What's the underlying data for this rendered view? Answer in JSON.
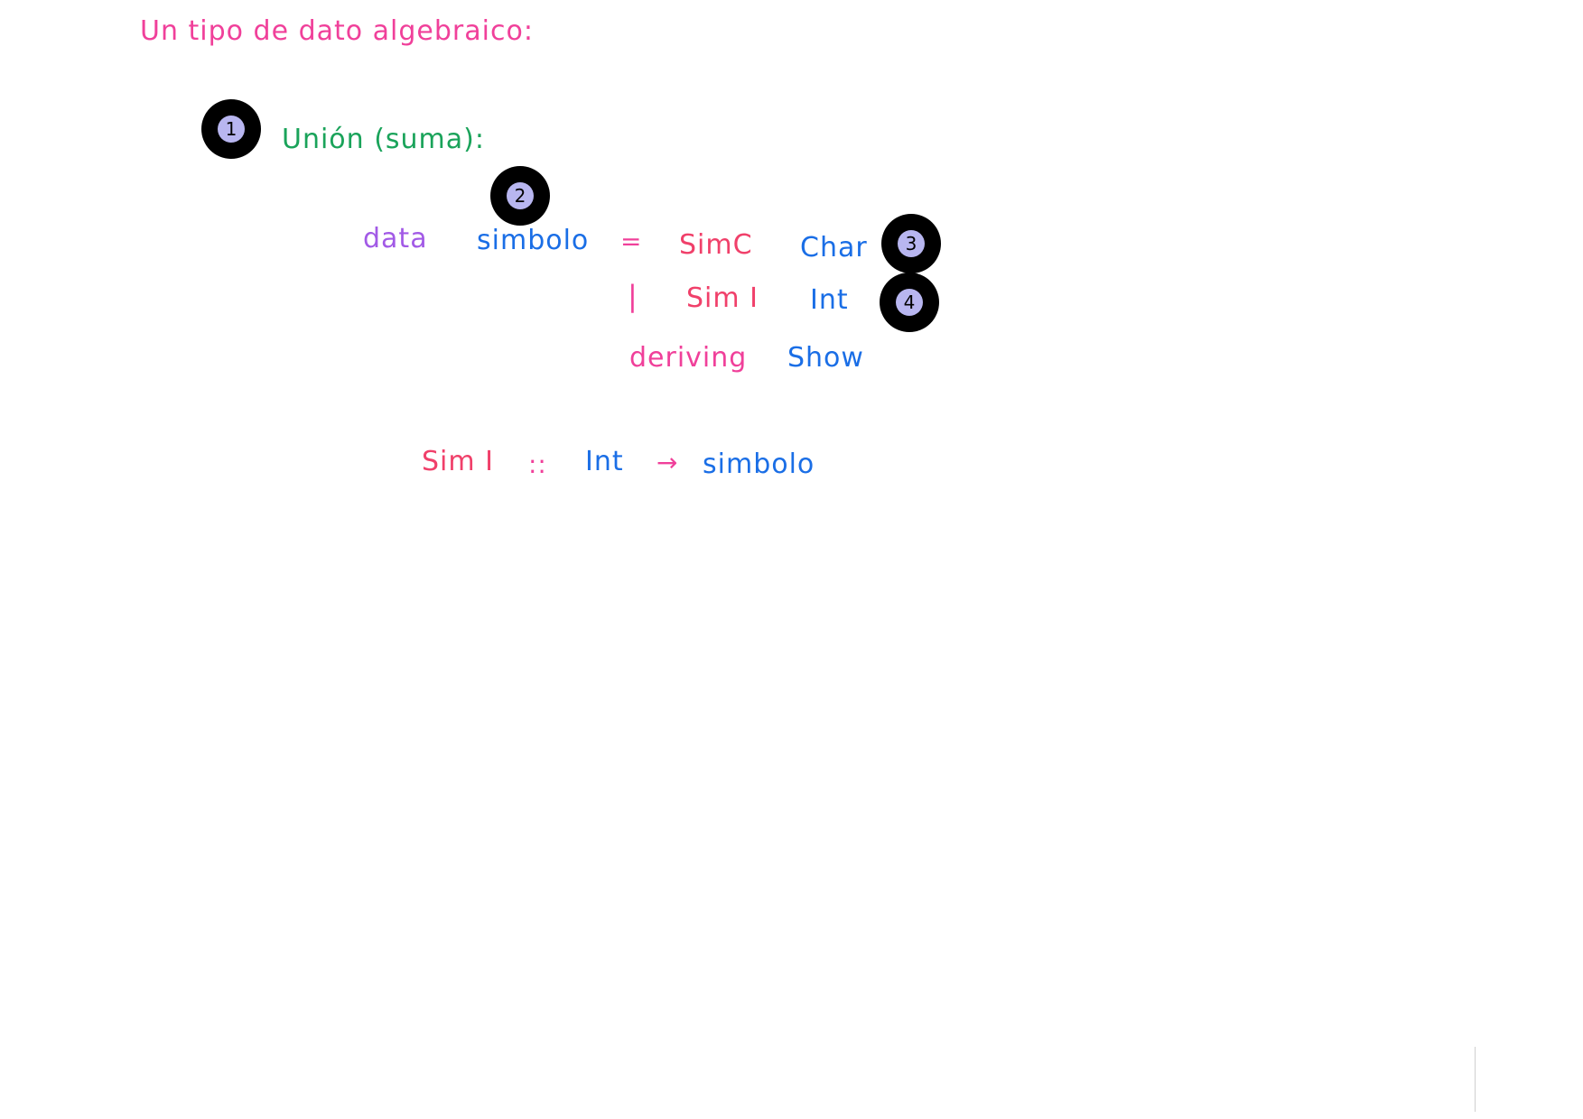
{
  "note": {
    "heading": "Un tipo de dato algebraico:",
    "section_label": "Unión (suma):",
    "line1": {
      "keyword": "data",
      "type_name": "simbolo",
      "equals": "=",
      "constructor": "SimC",
      "field_type": "Char"
    },
    "line2": {
      "bar": "|",
      "constructor": "Sim I",
      "field_type": "Int"
    },
    "line3": {
      "keyword": "deriving",
      "class_name": "Show"
    },
    "signature": {
      "name": "Sim I",
      "colons": "::",
      "arg_type": "Int",
      "arrow": "→",
      "result_type": "simbolo"
    }
  },
  "markers": [
    "1",
    "2",
    "3",
    "4"
  ],
  "colors": {
    "pink": "#f0409a",
    "green": "#1aa35a",
    "purple": "#a25ae6",
    "blue": "#1a6ee6",
    "red": "#f0406a",
    "marker_fill": "#000000",
    "marker_inner": "#b8b6f0"
  }
}
